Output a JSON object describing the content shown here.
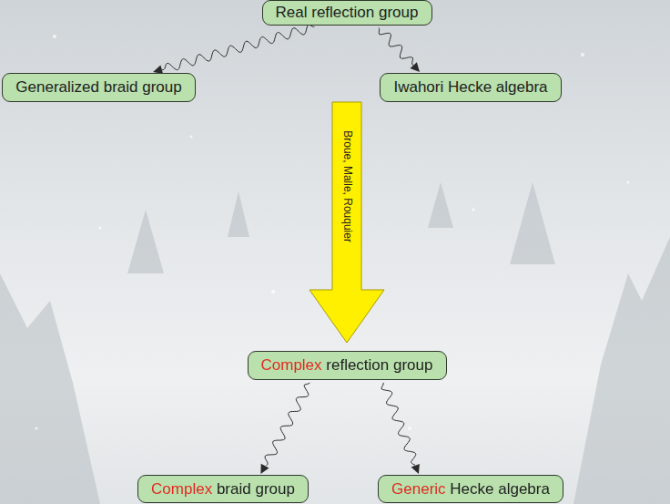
{
  "diagram": {
    "nodes": [
      {
        "text": [
          "Real reflection group"
        ]
      },
      {
        "text": [
          "Generalized braid group"
        ]
      },
      {
        "text": [
          "Iwahori Hecke algebra"
        ]
      },
      {
        "text": [
          "Complex reflection group"
        ]
      },
      {
        "text": [
          "Complex braid group"
        ]
      },
      {
        "text": [
          "Generic Hecke algebra"
        ]
      }
    ],
    "edges": [
      {
        "from": 0,
        "to": 1,
        "arrow": "to"
      },
      {
        "from": 0,
        "to": 2,
        "arrow": "to"
      },
      {
        "from": 3,
        "to": 4,
        "arrow": "to"
      },
      {
        "from": 3,
        "to": 5,
        "arrow": "to"
      }
    ],
    "labels": [
      "Broue, Malle, Rouquier"
    ]
  }
}
